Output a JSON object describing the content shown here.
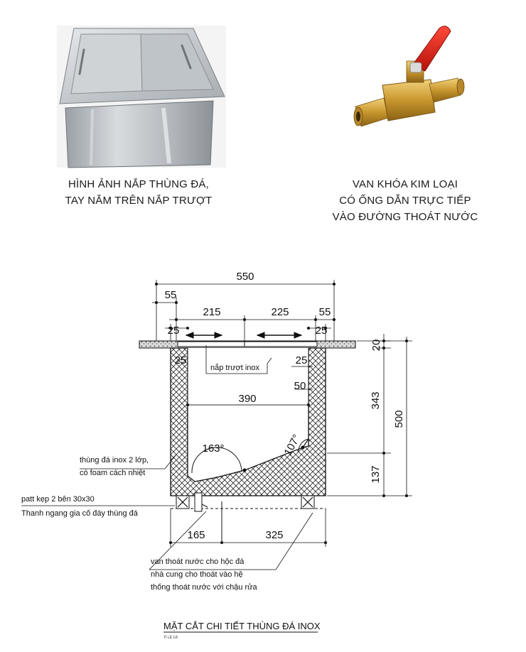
{
  "captions": {
    "ice_box_photo": [
      "HÌNH ẢNH NẮP THÙNG ĐÁ,",
      "TAY NẮM TRÊN NẮP TRƯỢT"
    ],
    "valve_photo": [
      "VAN KHÓA KIM LOẠI",
      "CÓ ỐNG DẪN TRỰC TIẾP",
      "VÀO ĐƯỜNG THOÁT NƯỚC"
    ]
  },
  "drawing": {
    "dims": {
      "total_width": "550",
      "left_flange": "55",
      "lid_left": "215",
      "lid_right": "225",
      "right_flange": "55",
      "wall_left": "25",
      "wall_right": "25",
      "top_thickness": "20",
      "lid_gap": "25",
      "inner_width": "390",
      "wall_50": "50",
      "upper_height": "343",
      "lower_height": "137",
      "total_height": "500",
      "base_left": "165",
      "base_right": "325",
      "angle_left": "163°",
      "angle_right": "107°"
    },
    "notes": {
      "sliding_lid": "nắp trượt inox",
      "box_wall_1": "thùng đá inox 2 lớp,",
      "box_wall_2": "có foam cách nhiệt",
      "bracket": "patt kẹp 2 bên 30x30",
      "crossbar": "Thanh ngang gia cố đáy thùng đá",
      "drain_1": "van thoát nước cho hộc đá",
      "drain_2": "nhà cung cho thoát vào hệ",
      "drain_3": "thống thoát nước với chậu rửa"
    },
    "title": "MẶT CẮT CHI TIẾT THÙNG ĐÁ INOX",
    "scale_note": "TỈ LỆ 1/5"
  }
}
